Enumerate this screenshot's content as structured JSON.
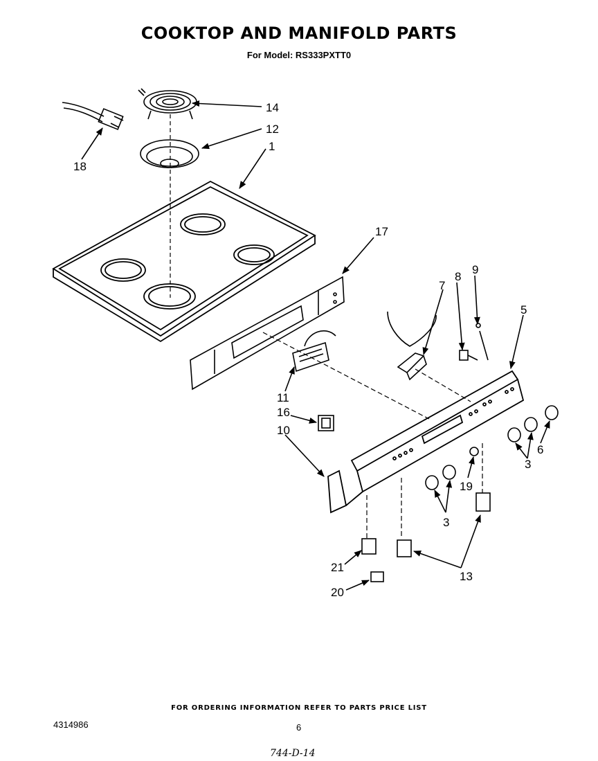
{
  "header": {
    "title": "COOKTOP  AND MANIFOLD PARTS",
    "subtitle": "For Model: RS333PXTT0"
  },
  "callouts": {
    "c1": "1",
    "c3a": "3",
    "c3b": "3",
    "c5": "5",
    "c6": "6",
    "c7": "7",
    "c8": "8",
    "c9": "9",
    "c10": "10",
    "c11": "11",
    "c12": "12",
    "c13": "13",
    "c14": "14",
    "c16": "16",
    "c17": "17",
    "c18": "18",
    "c19": "19",
    "c20": "20",
    "c21": "21"
  },
  "footer": {
    "ordering_note": "FOR ORDERING INFORMATION REFER TO PARTS PRICE LIST",
    "doc_number": "4314986",
    "page_number": "6",
    "handwritten_code": "744-D-14"
  }
}
